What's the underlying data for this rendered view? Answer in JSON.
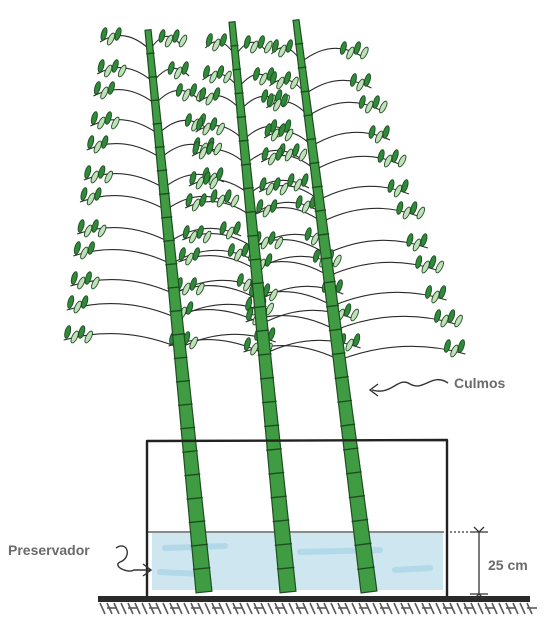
{
  "labels": {
    "culms": "Culmos",
    "preservative": "Preservador",
    "depth": "25 cm"
  },
  "colors": {
    "culm_fill": "#3f9c43",
    "culm_stroke": "#1f4d22",
    "leaf_dark": "#2f8a3a",
    "leaf_light": "#bfe0b8",
    "branch": "#2b2b2b",
    "liquid": "#cde6f0",
    "label_text": "#6b6b6b",
    "ground": "#2a2a2a"
  },
  "icons": [
    "bamboo-culm",
    "container",
    "liquid-level",
    "ground-hatch",
    "annotation-arrow"
  ]
}
